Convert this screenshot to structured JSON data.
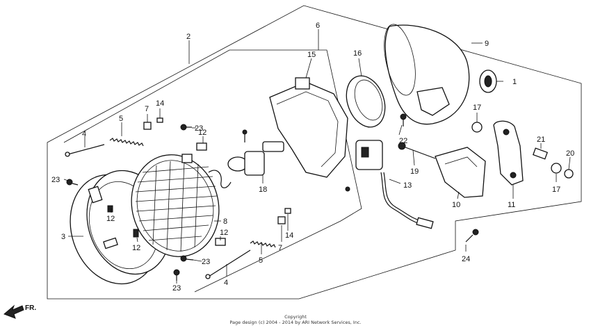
{
  "callouts": [
    {
      "label": "1",
      "name": "part-1"
    },
    {
      "label": "2",
      "name": "part-2"
    },
    {
      "label": "3",
      "name": "part-3"
    },
    {
      "label": "4",
      "name": "part-4-upper"
    },
    {
      "label": "4",
      "name": "part-4-lower"
    },
    {
      "label": "5",
      "name": "part-5-upper"
    },
    {
      "label": "5",
      "name": "part-5-lower"
    },
    {
      "label": "6",
      "name": "part-6"
    },
    {
      "label": "7",
      "name": "part-7-upper"
    },
    {
      "label": "7",
      "name": "part-7-lower"
    },
    {
      "label": "8",
      "name": "part-8"
    },
    {
      "label": "9",
      "name": "part-9"
    },
    {
      "label": "10",
      "name": "part-10"
    },
    {
      "label": "11",
      "name": "part-11"
    },
    {
      "label": "12",
      "name": "part-12-a"
    },
    {
      "label": "12",
      "name": "part-12-b"
    },
    {
      "label": "12",
      "name": "part-12-c"
    },
    {
      "label": "12",
      "name": "part-12-d"
    },
    {
      "label": "13",
      "name": "part-13"
    },
    {
      "label": "14",
      "name": "part-14-upper"
    },
    {
      "label": "14",
      "name": "part-14-lower"
    },
    {
      "label": "15",
      "name": "part-15"
    },
    {
      "label": "16",
      "name": "part-16"
    },
    {
      "label": "17",
      "name": "part-17-upper"
    },
    {
      "label": "17",
      "name": "part-17-lower"
    },
    {
      "label": "18",
      "name": "part-18"
    },
    {
      "label": "19",
      "name": "part-19"
    },
    {
      "label": "20",
      "name": "part-20"
    },
    {
      "label": "21",
      "name": "part-21"
    },
    {
      "label": "22",
      "name": "part-22"
    },
    {
      "label": "23",
      "name": "part-23-a"
    },
    {
      "label": "23",
      "name": "part-23-b"
    },
    {
      "label": "23",
      "name": "part-23-c"
    },
    {
      "label": "23",
      "name": "part-23-d"
    },
    {
      "label": "24",
      "name": "part-24"
    }
  ],
  "direction_label": "FR.",
  "copyright": {
    "line1": "Copyright",
    "line2": "Page design (c) 2004 - 2014 by ARI Network Services, Inc."
  }
}
